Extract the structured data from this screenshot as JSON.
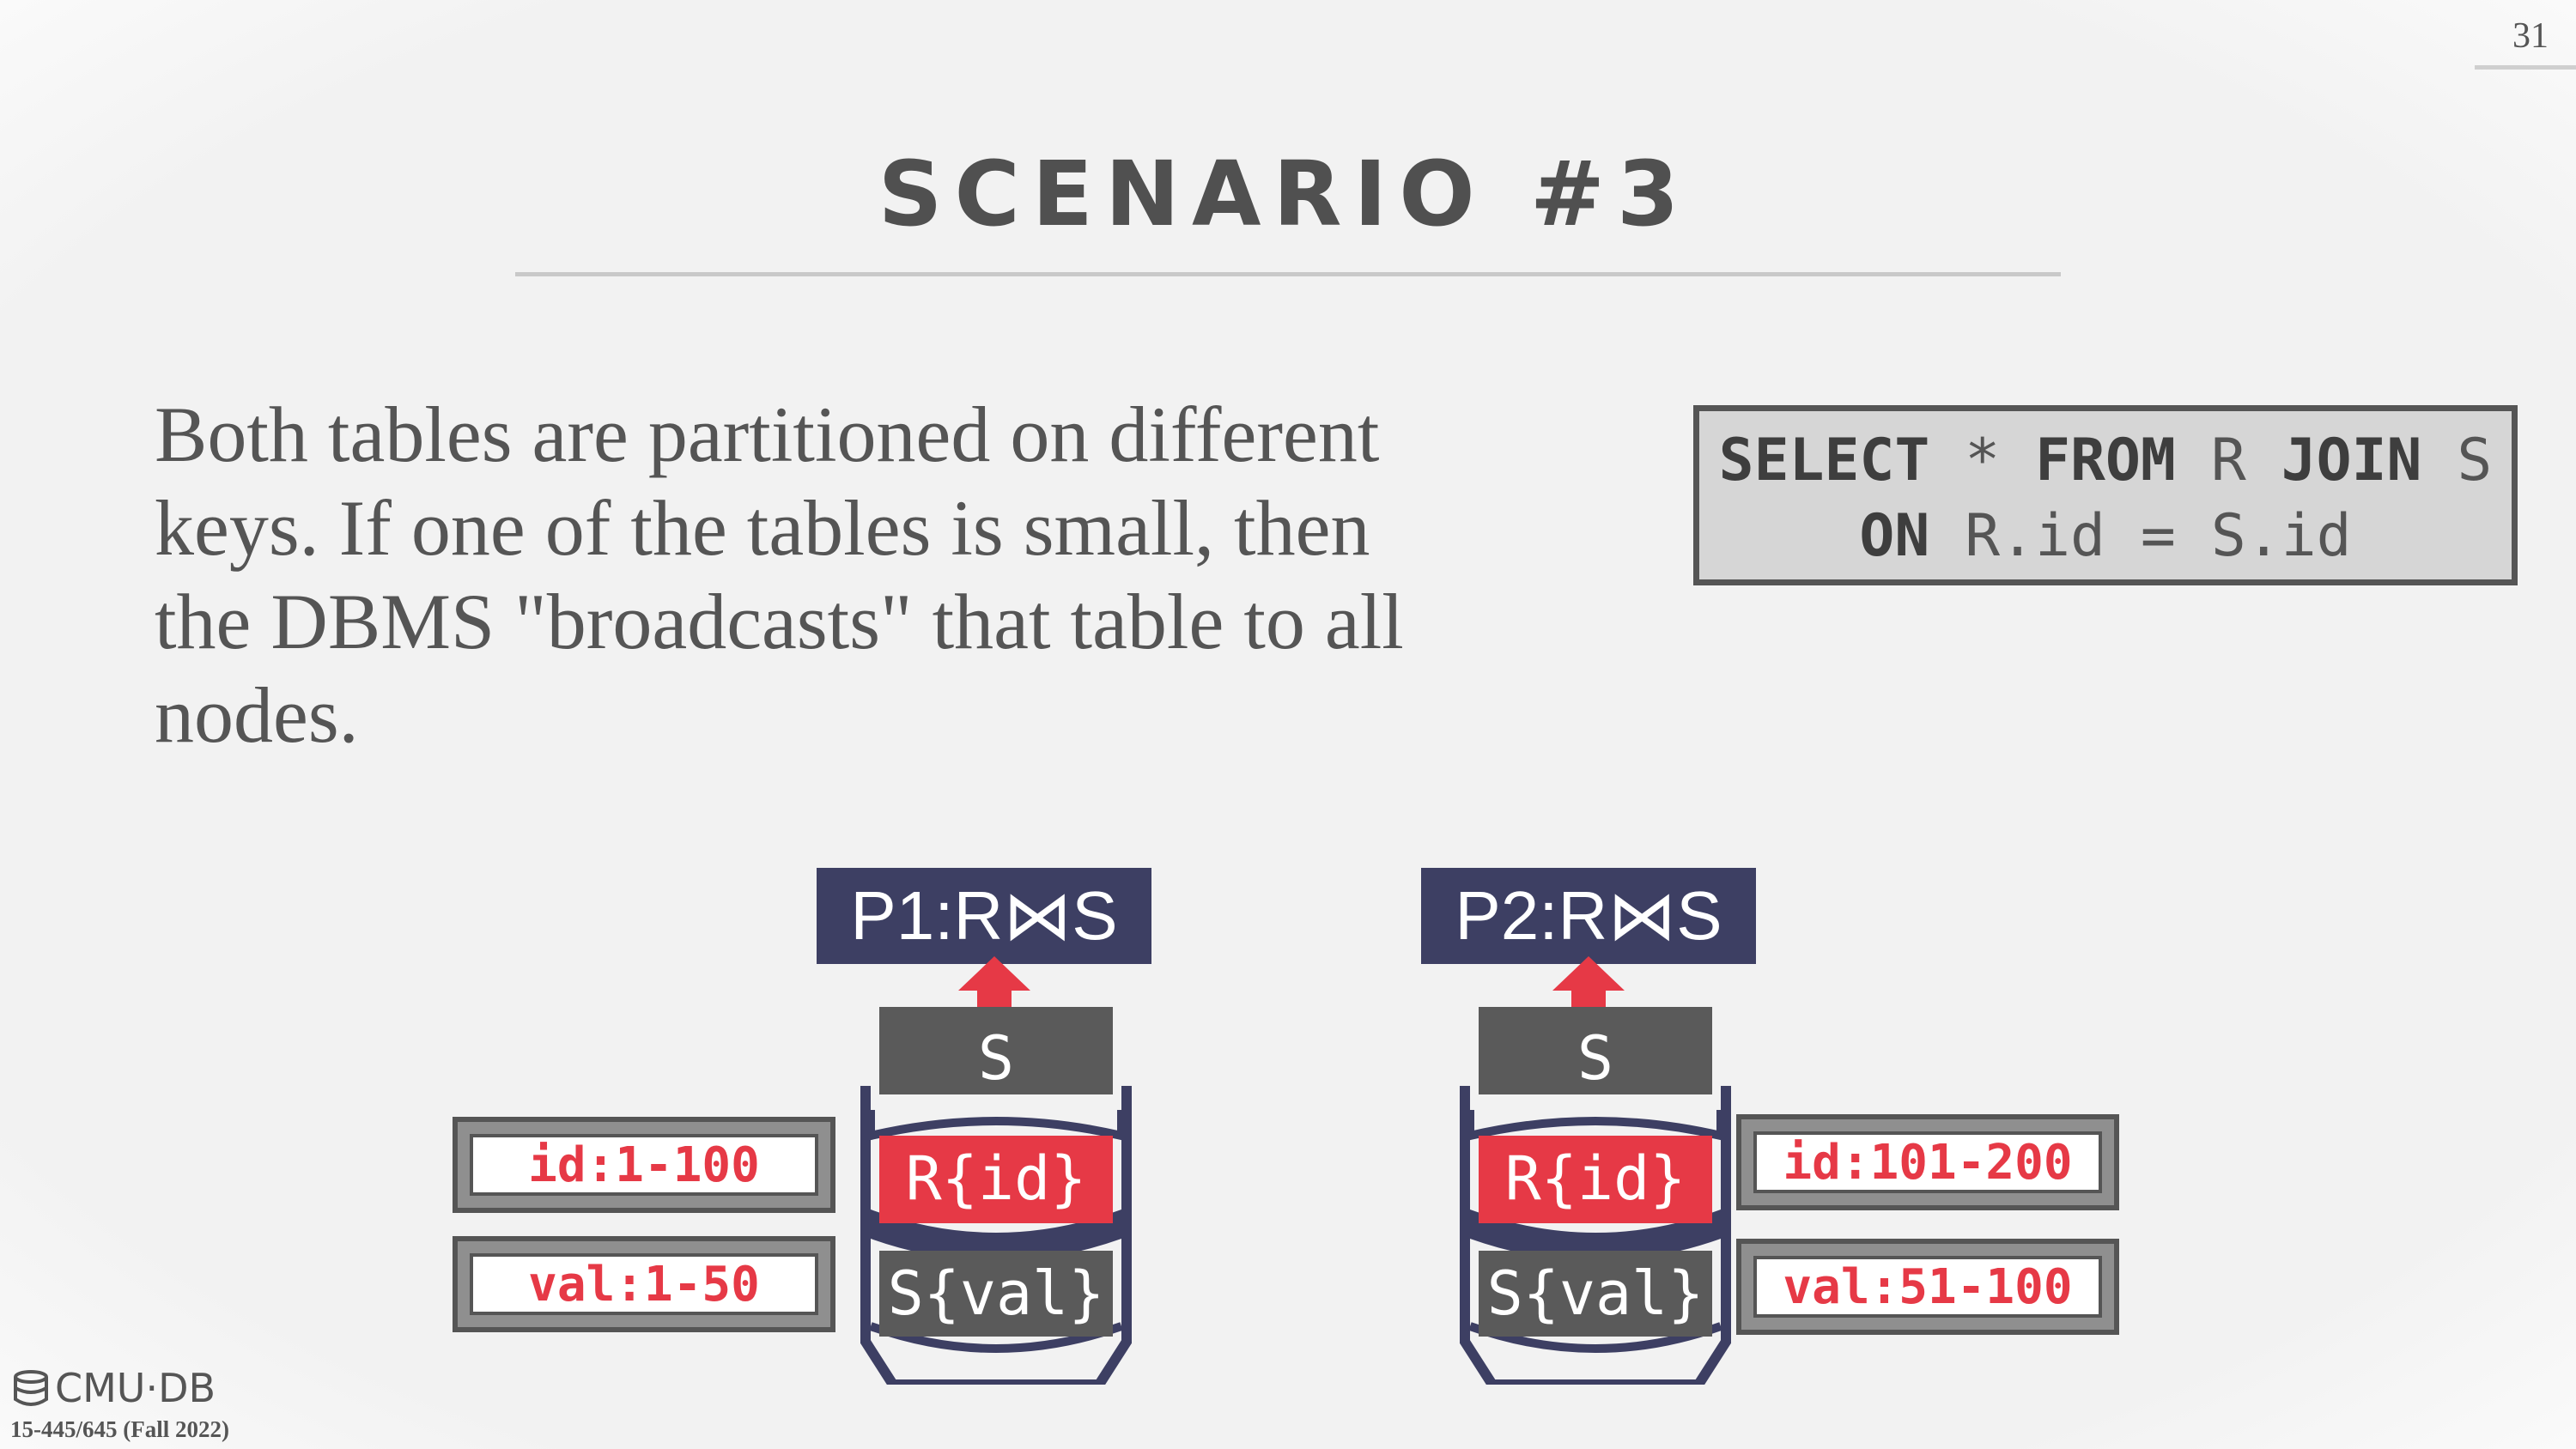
{
  "page_number": "31",
  "title": "SCENARIO #3",
  "body": "Both tables are partitioned on different keys. If one of the tables is small, then the DBMS \"broadcasts\" that table to all nodes.",
  "sql": {
    "line1_kw1": "SELECT",
    "line1_star": " * ",
    "line1_kw2": "FROM",
    "line1_r": " R ",
    "line1_kw3": "JOIN",
    "line1_s": " S",
    "line2_kw": "ON",
    "line2_rest": " R.id = S.id"
  },
  "nodes": [
    {
      "task": "P1:R⋈S",
      "top_layer": "S",
      "mid_layer": "R{id}",
      "bottom_layer": "S{val}",
      "ranges": [
        "id:1-100",
        "val:1-50"
      ]
    },
    {
      "task": "P2:R⋈S",
      "top_layer": "S",
      "mid_layer": "R{id}",
      "bottom_layer": "S{val}",
      "ranges": [
        "id:101-200",
        "val:51-100"
      ]
    }
  ],
  "footer": {
    "logo_text": "CMU·DB",
    "course": "15-445/645 (Fall 2022)"
  },
  "colors": {
    "accent_red": "#e63946",
    "task_navy": "#3d3f63",
    "layer_gray": "#5a5a5a",
    "text_gray": "#555555"
  },
  "icons": {
    "arrow": "arrow-up-icon",
    "node": "database-cylinder-icon",
    "logo": "database-logo-icon"
  }
}
